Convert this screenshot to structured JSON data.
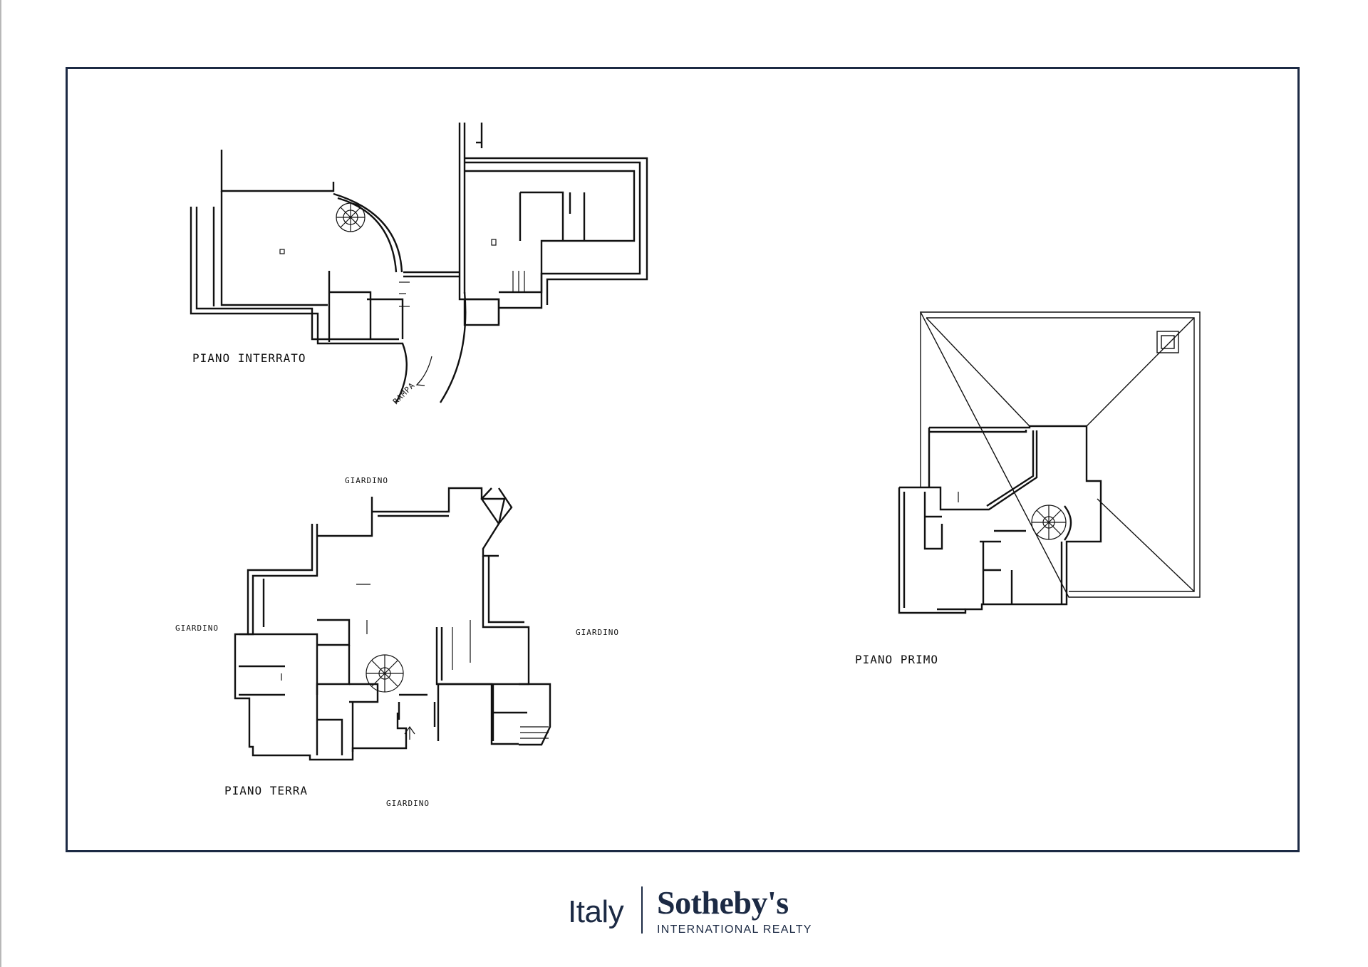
{
  "plans": {
    "basement": {
      "title": "PIANO INTERRATO",
      "ramp_label": "RAMPA"
    },
    "ground": {
      "title": "PIANO TERRA",
      "garden_top": "GIARDINO",
      "garden_left": "GIARDINO",
      "garden_right": "GIARDINO",
      "garden_bottom": "GIARDINO"
    },
    "first": {
      "title": "PIANO PRIMO"
    }
  },
  "footer": {
    "region": "Italy",
    "brand": "Sotheby's",
    "tagline": "INTERNATIONAL REALTY"
  },
  "colors": {
    "brand_navy": "#1c2a44",
    "ink": "#111111"
  }
}
